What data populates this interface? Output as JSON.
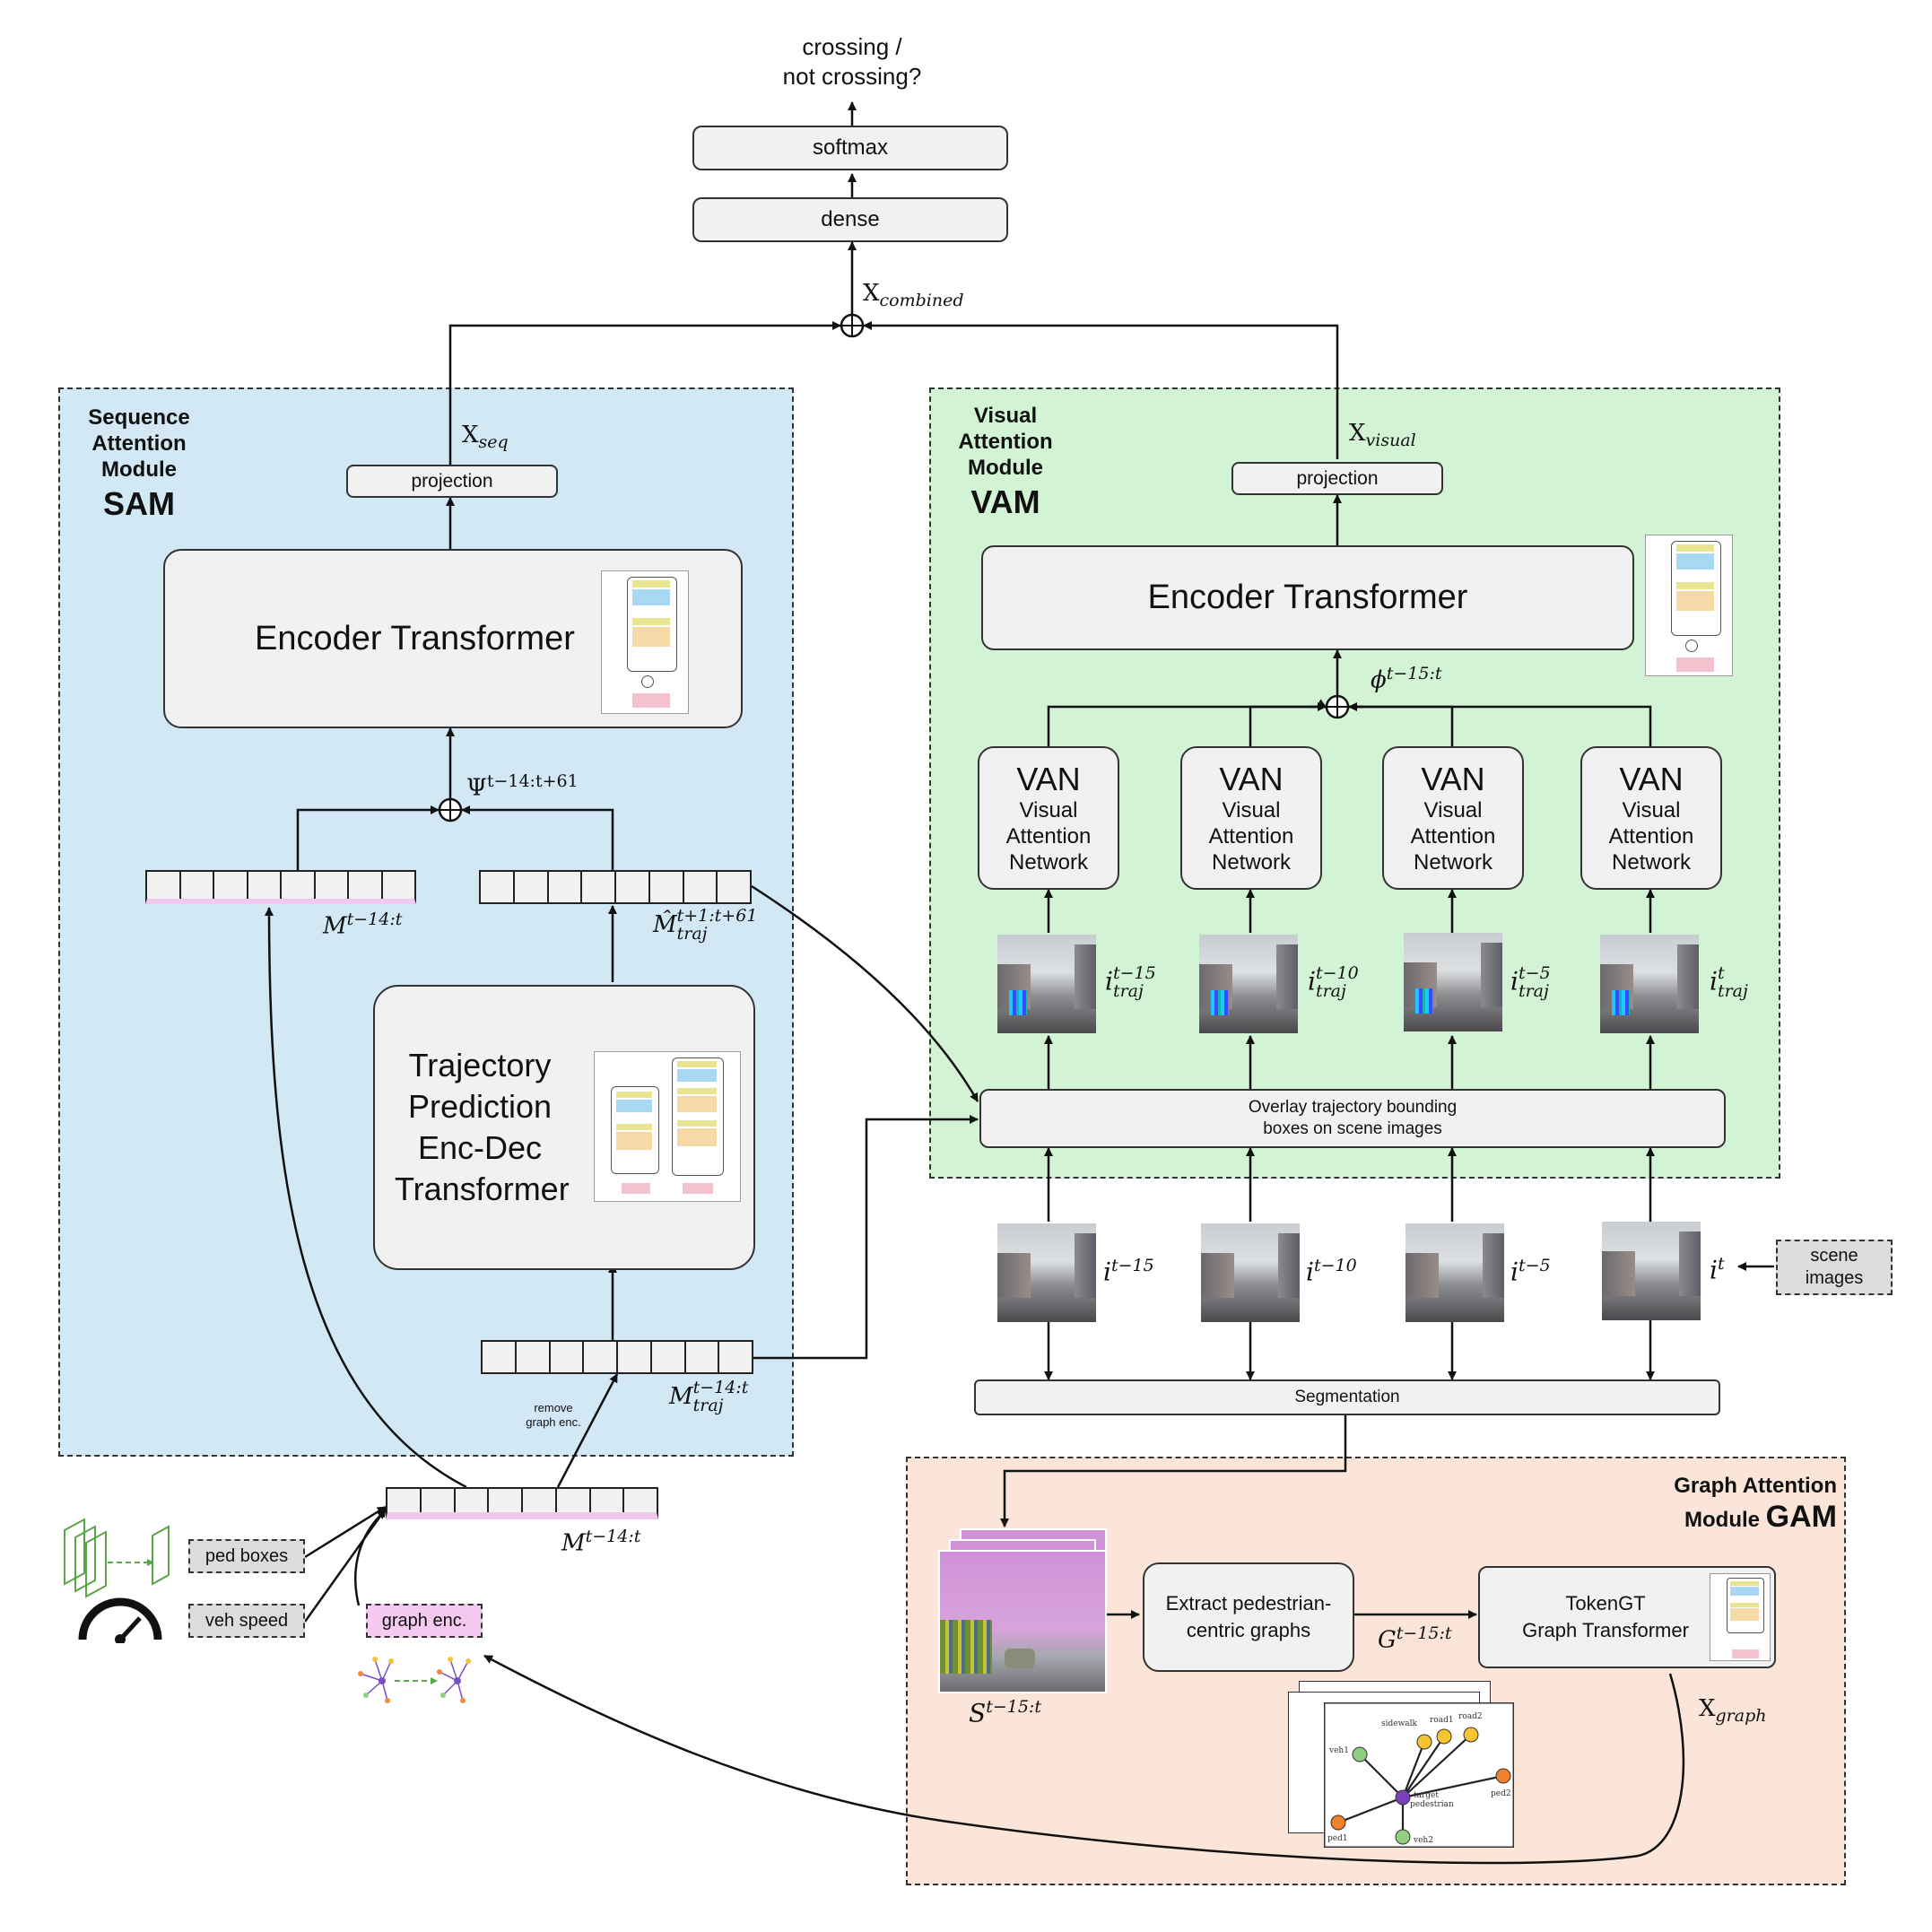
{
  "output": {
    "question_line1": "crossing /",
    "question_line2": "not crossing?"
  },
  "top": {
    "softmax": "softmax",
    "dense": "dense",
    "x_combined": "X",
    "x_combined_sub": "combined"
  },
  "sam": {
    "title_line1": "Sequence",
    "title_line2": "Attention",
    "title_line3": "Module",
    "abbr": "SAM",
    "projection": "projection",
    "x_seq": "X",
    "x_seq_sub": "seq",
    "encoder": "Encoder Transformer",
    "psi": "Ψ",
    "psi_sup": "t−14:t+61",
    "m_label": "M",
    "m_sup": "t−14:t",
    "mhat_label": "M̂",
    "mhat_sub": "traj",
    "mhat_sup": "t+1:t+61",
    "traj_line1": "Trajectory",
    "traj_line2": "Prediction",
    "traj_line3": "Enc-Dec",
    "traj_line4": "Transformer",
    "mtraj_label": "M",
    "mtraj_sub": "traj",
    "mtraj_sup": "t−14:t",
    "remove_line1": "remove",
    "remove_line2": "graph enc."
  },
  "inputs": {
    "ped_boxes": "ped boxes",
    "veh_speed": "veh speed",
    "graph_enc": "graph enc.",
    "m_label": "M",
    "m_sup": "t−14:t"
  },
  "vam": {
    "title_line1": "Visual",
    "title_line2": "Attention",
    "title_line3": "Module",
    "abbr": "VAM",
    "projection": "projection",
    "x_visual": "X",
    "x_visual_sub": "visual",
    "encoder": "Encoder Transformer",
    "phi": "ϕ",
    "phi_sup": "t−15:t",
    "van_title": "VAN",
    "van_line1": "Visual",
    "van_line2": "Attention",
    "van_line3": "Network",
    "traj_images": [
      {
        "label": "i",
        "sub": "traj",
        "sup": "t−15"
      },
      {
        "label": "i",
        "sub": "traj",
        "sup": "t−10"
      },
      {
        "label": "i",
        "sub": "traj",
        "sup": "t−5"
      },
      {
        "label": "i",
        "sub": "traj",
        "sup": "t"
      }
    ],
    "overlay_line1": "Overlay trajectory bounding",
    "overlay_line2": "boxes on scene images"
  },
  "scene": {
    "images": [
      {
        "label": "i",
        "sup": "t−15"
      },
      {
        "label": "i",
        "sup": "t−10"
      },
      {
        "label": "i",
        "sup": "t−5"
      },
      {
        "label": "i",
        "sup": "t"
      }
    ],
    "scene_images_line1": "scene",
    "scene_images_line2": "images",
    "segmentation": "Segmentation"
  },
  "gam": {
    "title_line1": "Graph Attention",
    "title_line2": "Module",
    "abbr": "GAM",
    "s_label": "S",
    "s_sup": "t−15:t",
    "extract_line1": "Extract pedestrian-",
    "extract_line2": "centric graphs",
    "g_label": "G",
    "g_sup": "t−15:t",
    "tokengt_line1": "TokenGT",
    "tokengt_line2": "Graph Transformer",
    "x_graph": "X",
    "x_graph_sub": "graph",
    "graph_nodes": [
      "sidewalk",
      "road1",
      "road2",
      "veh1",
      "ped1",
      "ped2",
      "veh2",
      "target",
      "pedestrian"
    ]
  },
  "colors": {
    "sam_bg": "#d2e8f5",
    "vam_bg": "#d3f3d5",
    "gam_bg": "#fbe5d9",
    "pink_bar": "#eec8ef",
    "graph_enc_bg": "#f5c9f0",
    "seg_purple": "#cf92d6"
  }
}
